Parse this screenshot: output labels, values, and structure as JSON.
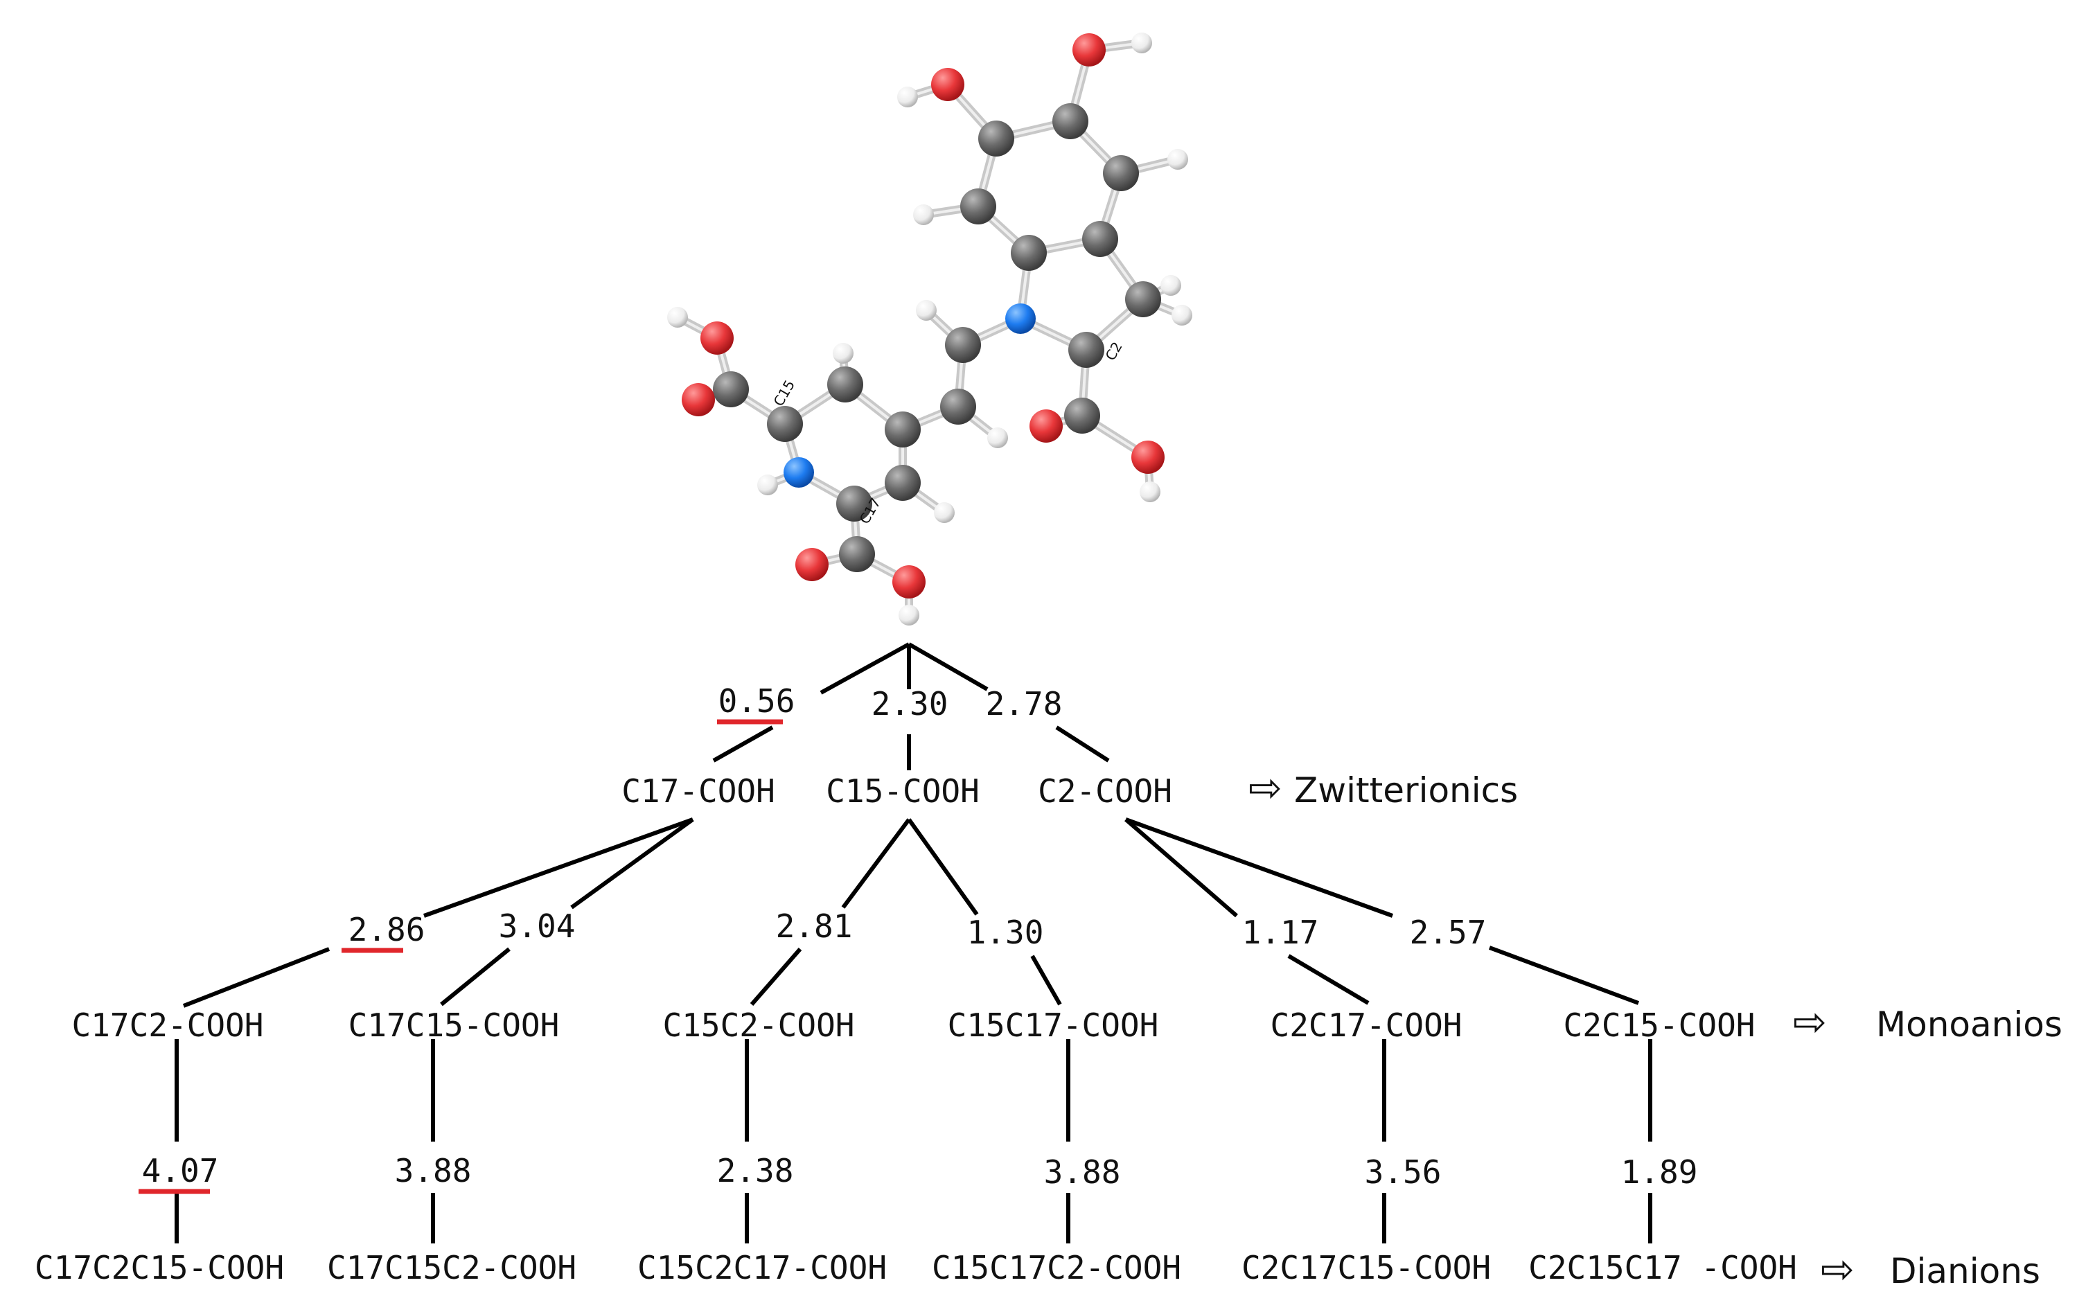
{
  "molecule": {
    "atom_labels": [
      "C15",
      "C17",
      "C2"
    ],
    "colors": {
      "carbon": "#6b6b6b",
      "oxygen": "#e8373a",
      "nitrogen": "#1e7cf0",
      "hydrogen": "#f2f2f2",
      "bond": "#c8c8c8"
    }
  },
  "tree": {
    "level1": {
      "energies": [
        "0.56",
        "2.30",
        "2.78"
      ],
      "species": [
        "C17-COOH",
        "C15-COOH",
        "C2-COOH"
      ],
      "class_label": "Zwitterionics"
    },
    "level2": {
      "energies": [
        "2.86",
        "3.04",
        "2.81",
        "1.30",
        "1.17",
        "2.57"
      ],
      "species": [
        "C17C2-COOH",
        "C17C15-COOH",
        "C15C2-COOH",
        "C15C17-COOH",
        "C2C17-COOH",
        "C2C15-COOH"
      ],
      "class_label": "Monoanios"
    },
    "level3": {
      "energies": [
        "4.07",
        "3.88",
        "2.38",
        "3.88",
        "3.56",
        "1.89"
      ],
      "species": [
        "C17C2C15-COOH",
        "C17C15C2-COOH",
        "C15C2C17-COOH",
        "C15C17C2-COOH",
        "C2C17C15-COOH",
        "C2C15C17 -COOH"
      ],
      "class_label": "Dianions"
    },
    "arrow_glyph": "⇨",
    "highlight_color": "#e0262b"
  }
}
